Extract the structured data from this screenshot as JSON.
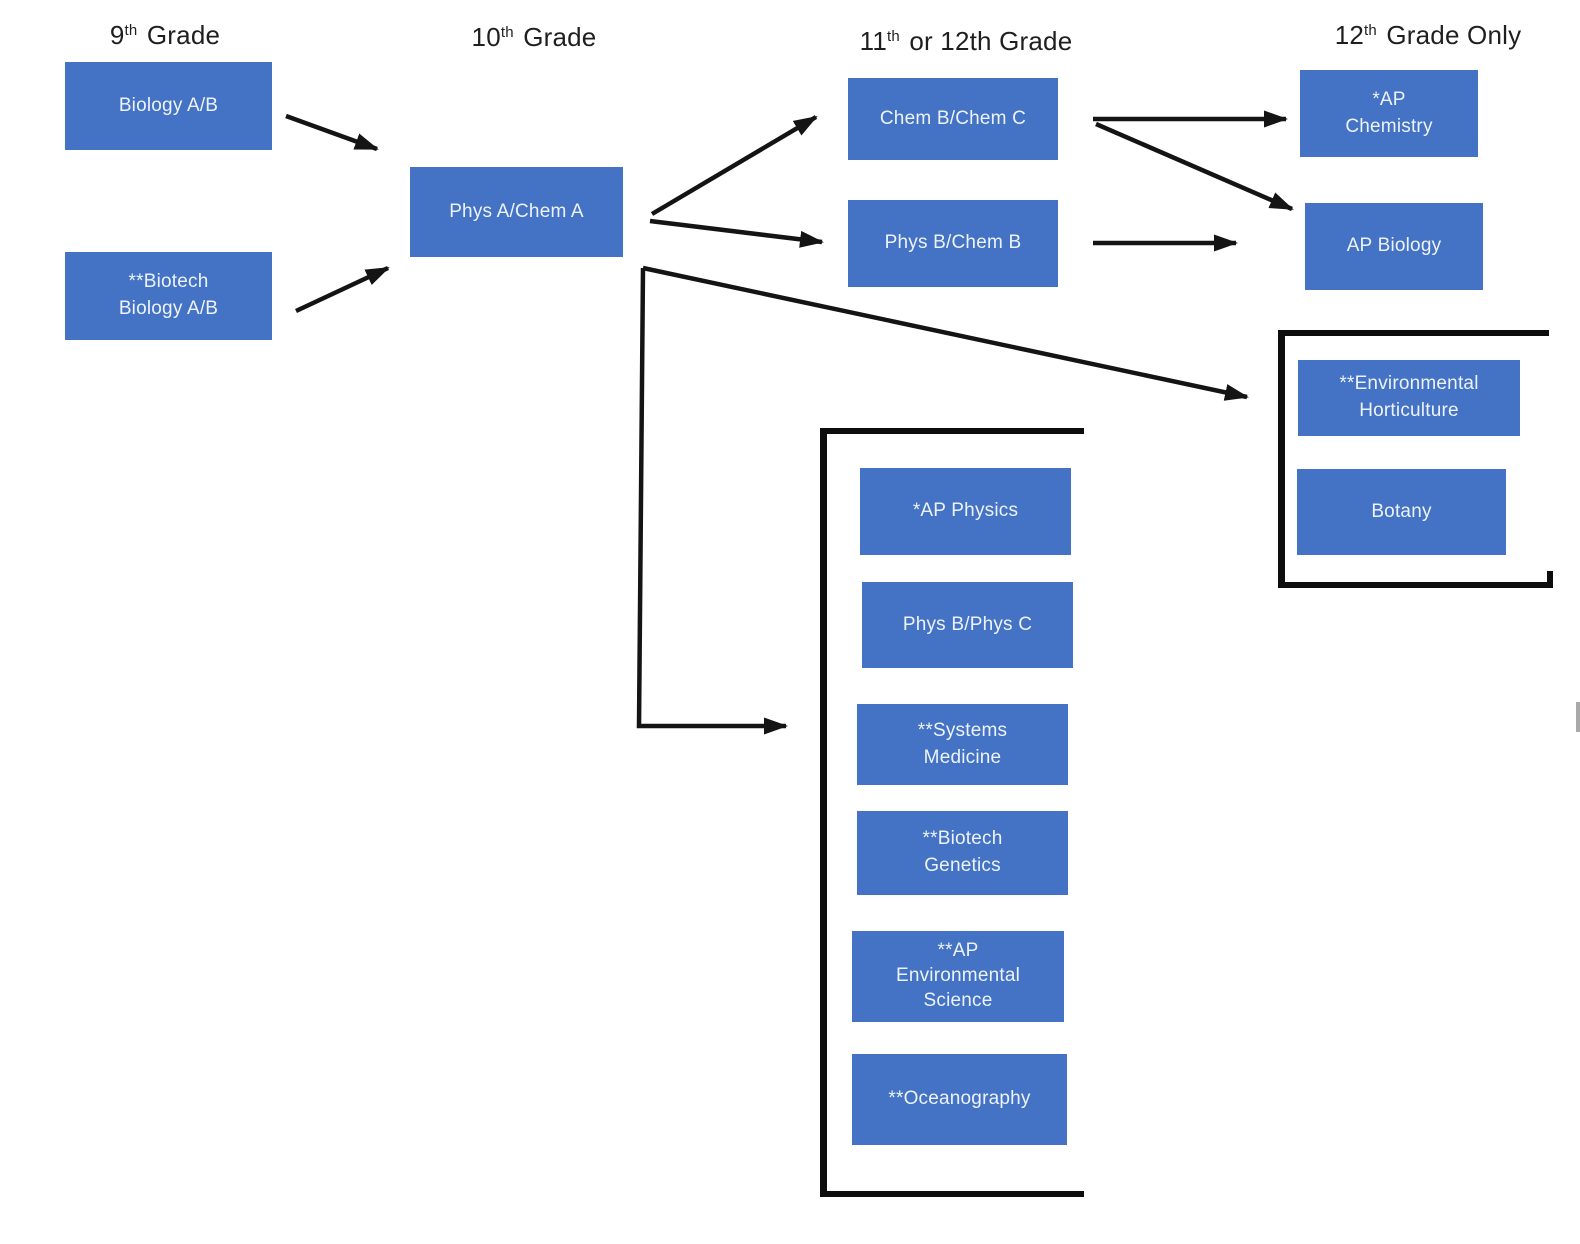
{
  "palette": {
    "canvas_bg": "#ffffff",
    "box_fill": "#4472C4",
    "box_text": "#ECF3FB",
    "arrow": "#141414",
    "header_text": "#1f1f1f",
    "group_border": "#0d0d0d",
    "fragment_gray": "#8c8c8c"
  },
  "headers": {
    "grade9": {
      "num": "9",
      "sup": "th",
      "rest": " Grade"
    },
    "grade10": {
      "num": "10",
      "sup": "th",
      "rest": " Grade"
    },
    "grade11or12": {
      "num": "11",
      "sup": "th",
      "rest": " or 12th Grade"
    },
    "grade12only": {
      "num": "12",
      "sup": "th",
      "rest": " Grade Only"
    }
  },
  "courses": {
    "biology_ab": {
      "label": "Biology A/B"
    },
    "biotech_biology_ab": {
      "label": "**Biotech\nBiology A/B"
    },
    "phys_a_chem_a": {
      "label": "Phys A/Chem A"
    },
    "chem_b_chem_c": {
      "label": "Chem B/Chem C"
    },
    "phys_b_chem_b": {
      "label": "Phys B/Chem B"
    },
    "ap_chemistry": {
      "label": "*AP\nChemistry"
    },
    "ap_biology": {
      "label": "AP Biology"
    },
    "env_horticulture": {
      "label": "**Environmental\nHorticulture"
    },
    "botany": {
      "label": "Botany"
    },
    "ap_physics": {
      "label": "*AP Physics"
    },
    "phys_b_phys_c": {
      "label": "Phys B/Phys C"
    },
    "systems_medicine": {
      "label": "**Systems\nMedicine"
    },
    "biotech_genetics": {
      "label": "**Biotech\nGenetics"
    },
    "ap_env_science": {
      "label": "**AP\nEnvironmental\nScience"
    },
    "oceanography": {
      "label": "**Oceanography"
    }
  },
  "groups": {
    "horticulture_group": {
      "members": [
        "**Environmental Horticulture",
        "Botany"
      ]
    },
    "electives_group": {
      "members": [
        "*AP Physics",
        "Phys B/Phys C",
        "**Systems Medicine",
        "**Biotech Genetics",
        "**AP Environmental Science",
        "**Oceanography"
      ]
    }
  },
  "edges": [
    {
      "from": "Biology A/B",
      "to": "Phys A/Chem A"
    },
    {
      "from": "**Biotech Biology A/B",
      "to": "Phys A/Chem A"
    },
    {
      "from": "Phys A/Chem A",
      "to": "Chem B/Chem C"
    },
    {
      "from": "Phys A/Chem A",
      "to": "Phys B/Chem B"
    },
    {
      "from": "Chem B/Chem C",
      "to": "*AP Chemistry"
    },
    {
      "from": "Chem B/Chem C",
      "to": "AP Biology"
    },
    {
      "from": "Phys B/Chem B",
      "to": "AP Biology"
    },
    {
      "from": "Phys A/Chem A",
      "to": "horticulture_group"
    },
    {
      "from": "Phys A/Chem A",
      "to": "electives_group"
    }
  ]
}
